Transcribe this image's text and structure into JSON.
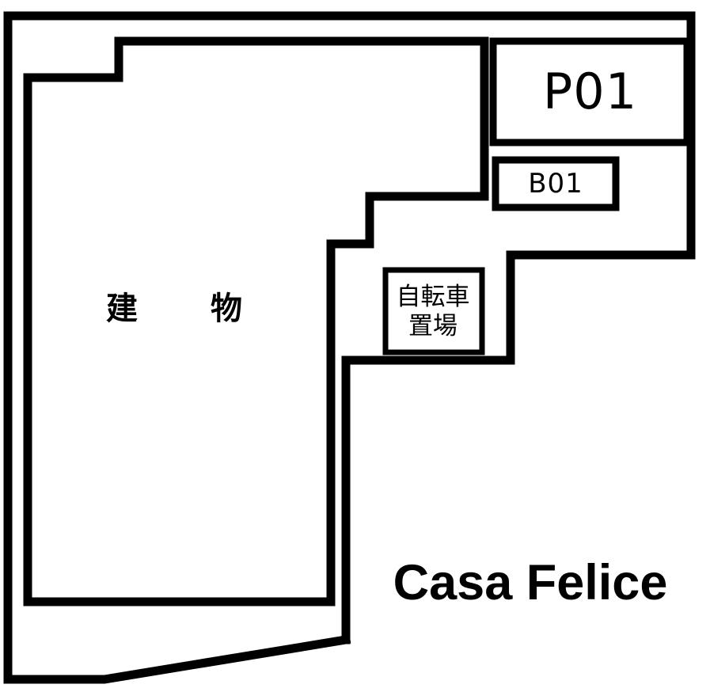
{
  "plan": {
    "title": "Casa Felice",
    "building_label": "建　物",
    "bicycle_parking": {
      "line1": "自転車",
      "line2": "置場"
    },
    "parking_space": {
      "label": "P01"
    },
    "bike_space": {
      "label": "B01"
    },
    "colors": {
      "stroke": "#000000",
      "background": "#ffffff",
      "text": "#000000"
    },
    "stroke_widths": {
      "site_boundary": 11,
      "building_outline": 11,
      "unit_box": 9,
      "bicycle_box": 7
    }
  }
}
